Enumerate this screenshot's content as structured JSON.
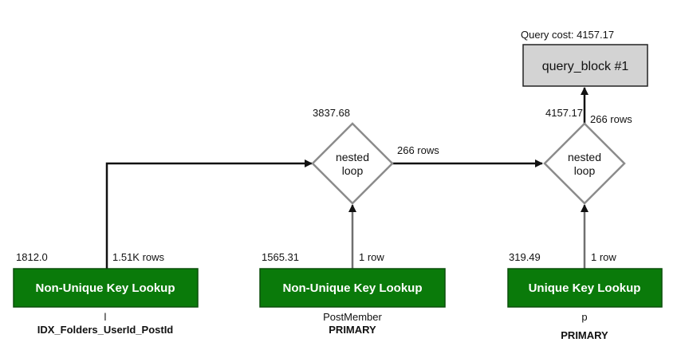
{
  "colors": {
    "op_fill": "#0a7a0a",
    "op_stroke": "#0b4f0b",
    "query_block_fill": "#d3d3d3",
    "nested_loop_stroke": "#8c8c8c",
    "edge_dark": "#111111",
    "edge_grey": "#707070"
  },
  "query_block": {
    "cost_label": "Query cost: 4157.17",
    "label": "query_block #1"
  },
  "nested_loops": [
    {
      "cost": "3837.68",
      "label_line1": "nested",
      "label_line2": "loop",
      "rows_out": "266 rows"
    },
    {
      "cost": "4157.17",
      "label_line1": "nested",
      "label_line2": "loop",
      "rows_out": "266 rows"
    }
  ],
  "operations": [
    {
      "cost": "1812.0",
      "rows": "1.51K rows",
      "label": "Non-Unique Key Lookup",
      "table": "l",
      "key": "IDX_Folders_UserId_PostId"
    },
    {
      "cost": "1565.31",
      "rows": "1 row",
      "label": "Non-Unique Key Lookup",
      "table": "PostMember",
      "key": "PRIMARY"
    },
    {
      "cost": "319.49",
      "rows": "1 row",
      "label": "Unique Key Lookup",
      "table": "p",
      "key": "PRIMARY"
    }
  ]
}
